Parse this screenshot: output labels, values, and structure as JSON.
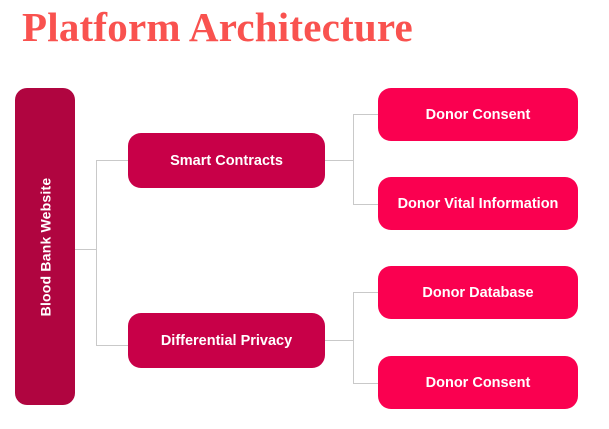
{
  "title": "Platform Architecture",
  "colors": {
    "title": "#f9524f",
    "root_node": "#b00540",
    "mid_node": "#c80048",
    "leaf_node": "#fa0050",
    "connector": "#c9c9c9",
    "node_text": "#ffffff",
    "background": "#ffffff"
  },
  "diagram": {
    "type": "tree",
    "orientation": "left-to-right",
    "root": {
      "label": "Blood Bank Website",
      "orientation": "vertical-text"
    },
    "branches": [
      {
        "label": "Smart Contracts",
        "children": [
          {
            "label": "Donor Consent"
          },
          {
            "label": "Donor Vital Information"
          }
        ]
      },
      {
        "label": "Differential Privacy",
        "children": [
          {
            "label": "Donor Database"
          },
          {
            "label": "Donor Consent"
          }
        ]
      }
    ]
  }
}
